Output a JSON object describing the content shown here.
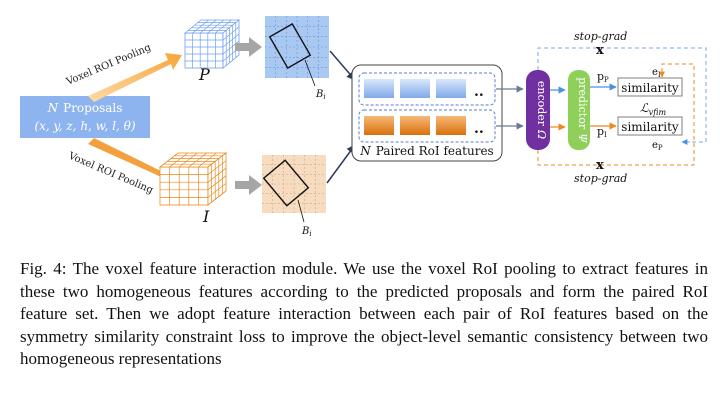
{
  "diagram": {
    "proposals": {
      "line1_prefix": "N",
      "line1_rest": "Proposals",
      "line2": "(x, y, z, h, w, l, θ)"
    },
    "pool_top_label": "Voxel ROI Pooling",
    "pool_bottom_label": "Voxel ROI Pooling",
    "grid_top_label": "P",
    "grid_bottom_label": "I",
    "box_top_label": "B",
    "box_top_sub": "i",
    "box_bottom_label": "B",
    "box_bottom_sub": "i",
    "ellipsis_top": "..",
    "ellipsis_bottom": "..",
    "paired_label_prefix": "N",
    "paired_label_rest": "Paired RoI features",
    "encoder_label": "encoder",
    "encoder_symbol": "Ω",
    "predictor_label": "predictor",
    "predictor_symbol": "Ψ",
    "pp_label": "p",
    "pp_sub": "P",
    "pi_label": "p",
    "pi_sub": "I",
    "ei_label": "e",
    "ei_sub": "I",
    "ep_label": "e",
    "ep_sub": "P",
    "similarity_top": "similarity",
    "similarity_bottom": "similarity",
    "loss_label": "ℒ",
    "loss_sub": "vfim",
    "stopgrad_top": "stop-grad",
    "stopgrad_bottom": "stop-grad",
    "cross_top": "x",
    "cross_bottom": "x",
    "colors": {
      "blue_fill": "#a8c8f0",
      "blue_grid": "#4f86e8",
      "orange_fill": "#ec8a1c",
      "peach_bg": "#f8dcc0",
      "encoder": "#7030a0",
      "predictor": "#8fd05a",
      "proposal_box": "#8db4ef"
    }
  },
  "caption": "Fig. 4: The voxel feature interaction module. We use the voxel RoI pooling to extract features in these two homogeneous features according to the predicted proposals and form the paired RoI feature set. Then we adopt feature interaction between each pair of RoI features based on the symmetry similarity constraint loss to improve the object-level semantic consistency between two homogeneous representations"
}
